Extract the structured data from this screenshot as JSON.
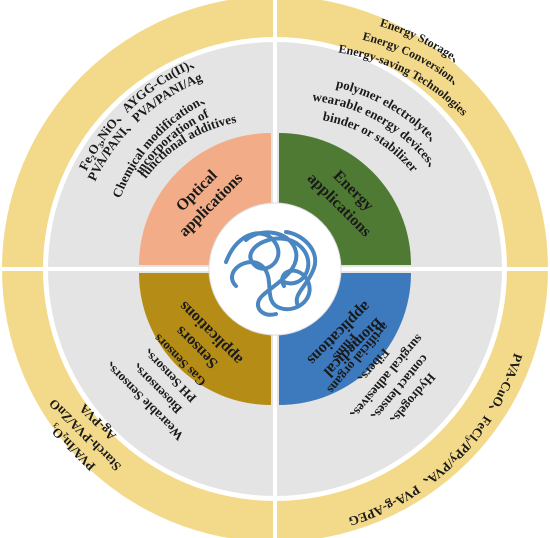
{
  "quadrants": {
    "optical": {
      "title_line1": "Optical",
      "title_line2": "applications",
      "details": [
        "Chemical modification、",
        "incorporation of",
        "functional additives"
      ],
      "materials": [
        "Fe₂O₃,NiO、AYGG-Cu(II)、",
        "PVA/PANI、PVA/PANI/Ag"
      ]
    },
    "energy": {
      "title_line1": "Energy",
      "title_line2": "applications",
      "details": [
        "polymer electrolyte、",
        "wearable energy devices、",
        "binder or stabilizer"
      ],
      "materials": [
        "Energy Storage、",
        "Energy Conversion、",
        "Energy-saving Technologies"
      ]
    },
    "sensors": {
      "title_line1": "Sensors",
      "title_line2": "applications",
      "details": [
        "Wearable Sensors、",
        "Biosensors、",
        "PH Sensors、",
        "Gas Sensors"
      ],
      "materials": [
        "PVA/In₂O₃",
        "Starch-PVA/ZnO",
        "Ag-PVA"
      ]
    },
    "biomedical": {
      "title_line1": "Biomedical",
      "title_line2": "applications",
      "details": [
        "Hydrogels、",
        "contact lenses、",
        "surgical adhesives、",
        "Fibers、",
        "artificial organs",
        "Films"
      ],
      "materials": [
        "PVA-CuO、FeCl₃/PPy/PVA、PVA-g-APEG"
      ]
    }
  },
  "colors": {
    "outer_ring": "#f3d98a",
    "middle_ring": "#e4e4e4",
    "optical": "#f2ad88",
    "energy": "#4f7a34",
    "sensors": "#b58d16",
    "biomedical": "#3d79bd",
    "polymer": "#4a86c0"
  },
  "center_icon": "polymer-chain-icon"
}
